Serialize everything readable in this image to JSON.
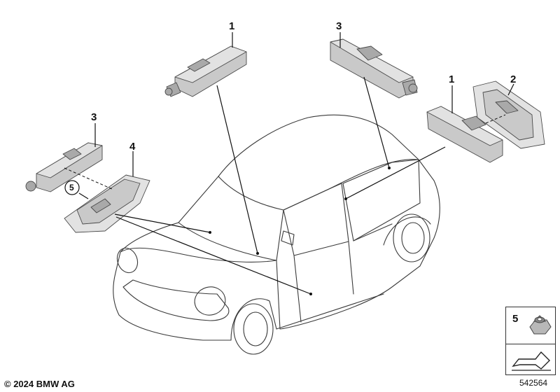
{
  "callouts": {
    "a1": "1",
    "a2": "1",
    "a3": "3",
    "a4": "3",
    "a5": "2",
    "a6": "4",
    "a7": "5"
  },
  "legend": {
    "item_number": "5"
  },
  "footer": {
    "copyright": "© 2024 BMW AG",
    "diagram_id": "542564"
  }
}
